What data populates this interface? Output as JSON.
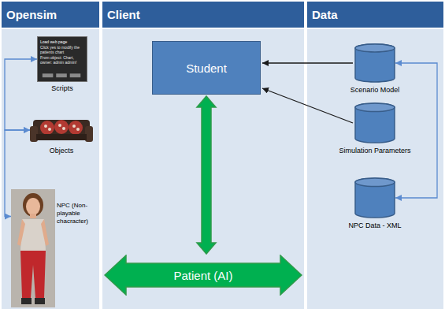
{
  "diagram": {
    "nodes": [
      {
        "text": [
          "Opensim"
        ]
      },
      {
        "text": [
          "Client"
        ]
      },
      {
        "text": [
          "Data"
        ]
      },
      {
        "text": [
          "Load web page",
          "Click yes to modify the patients chart",
          "From object: Chart, owner: admin admin!",
          "Scripts"
        ],
        "in": 0
      },
      {
        "text": [
          "Objects"
        ],
        "in": 0
      },
      {
        "text": [
          "NPC (Non-playable chacracter)"
        ],
        "in": 0
      },
      {
        "text": [
          "Student"
        ],
        "in": 1
      },
      {
        "text": [
          "Patient (AI)"
        ],
        "in": 1
      },
      {
        "text": [
          "Scenario Model"
        ],
        "in": 2
      },
      {
        "text": [
          "Simulation Parameters"
        ],
        "in": 2
      },
      {
        "text": [
          "NPC Data - XML"
        ],
        "in": 2
      }
    ],
    "edges": [
      {
        "from": 6,
        "to": 7,
        "arrow": "both"
      },
      {
        "from": 8,
        "to": 6,
        "arrow": "to"
      },
      {
        "from": 9,
        "to": 6,
        "arrow": "to"
      },
      {
        "from": 3,
        "to": 4,
        "arrow": "both"
      },
      {
        "from": 4,
        "to": 5,
        "arrow": "both"
      },
      {
        "from": 8,
        "to": 10,
        "arrow": "both"
      }
    ]
  }
}
